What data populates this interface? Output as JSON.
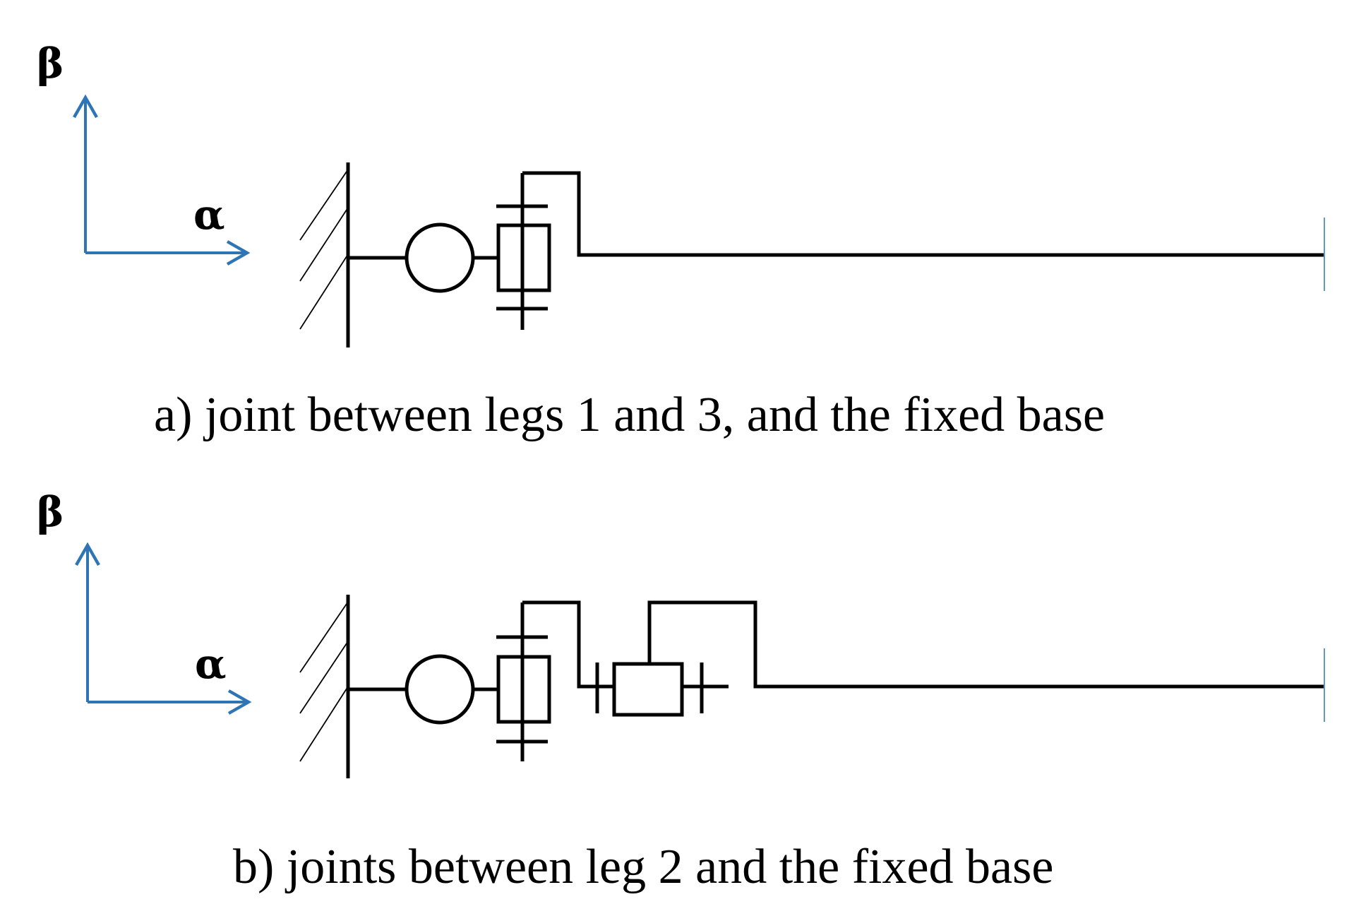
{
  "colors": {
    "axis": "#2E75B6",
    "line": "#000000",
    "background": "#FFFFFF"
  },
  "panel_a": {
    "beta_label": "β",
    "alpha_label": "α",
    "caption": "a) joint between legs 1 and 3, and the fixed base"
  },
  "panel_b": {
    "beta_label": "β",
    "alpha_label": "α",
    "caption": "b) joints between leg 2 and the fixed base"
  }
}
